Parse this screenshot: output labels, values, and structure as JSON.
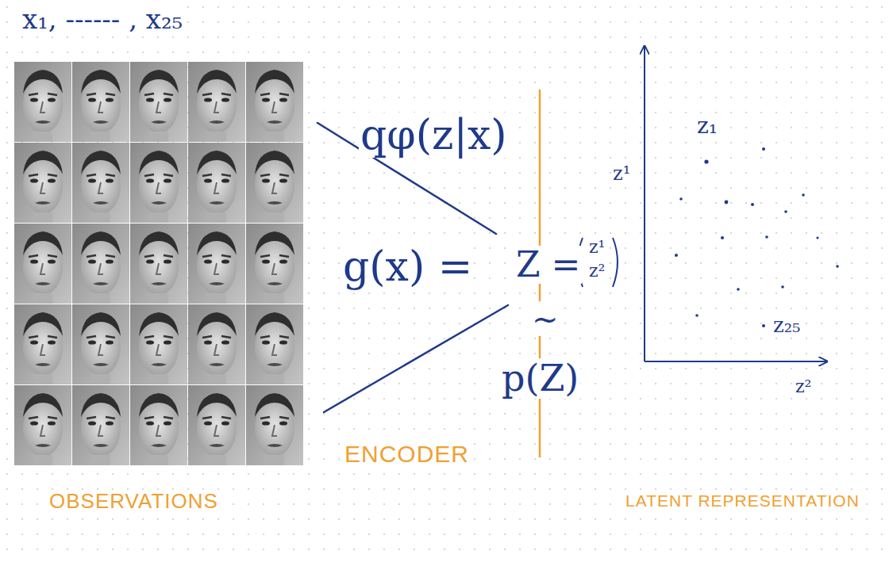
{
  "diagram": {
    "labels": [
      "x₁, ------ , x₂₅",
      "qφ(z|x)",
      "g(x) =",
      "Z =",
      "z¹",
      "z²",
      "~",
      "p(Z)",
      "ENCODER",
      "OBSERVATIONS",
      "z₁",
      "z¹",
      "z₂₅",
      "z²",
      "LATENT REPRESENTATION"
    ]
  }
}
